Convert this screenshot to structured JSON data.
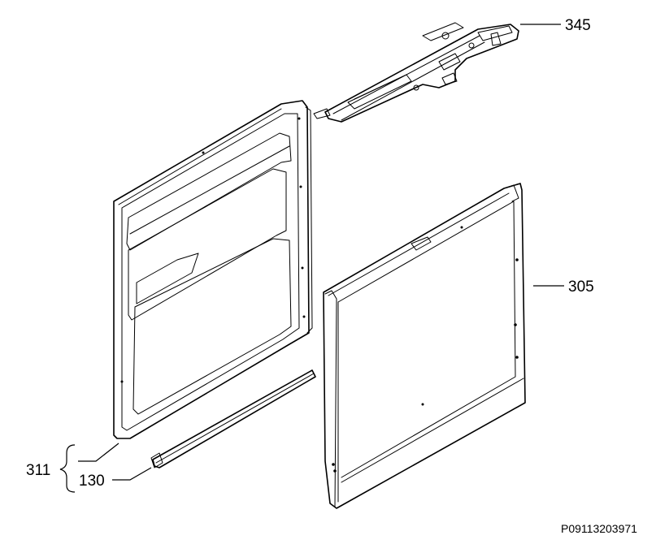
{
  "callouts": {
    "c345": "345",
    "c305": "305",
    "c311": "311",
    "c130": "130"
  },
  "reference_code": "P09113203971"
}
